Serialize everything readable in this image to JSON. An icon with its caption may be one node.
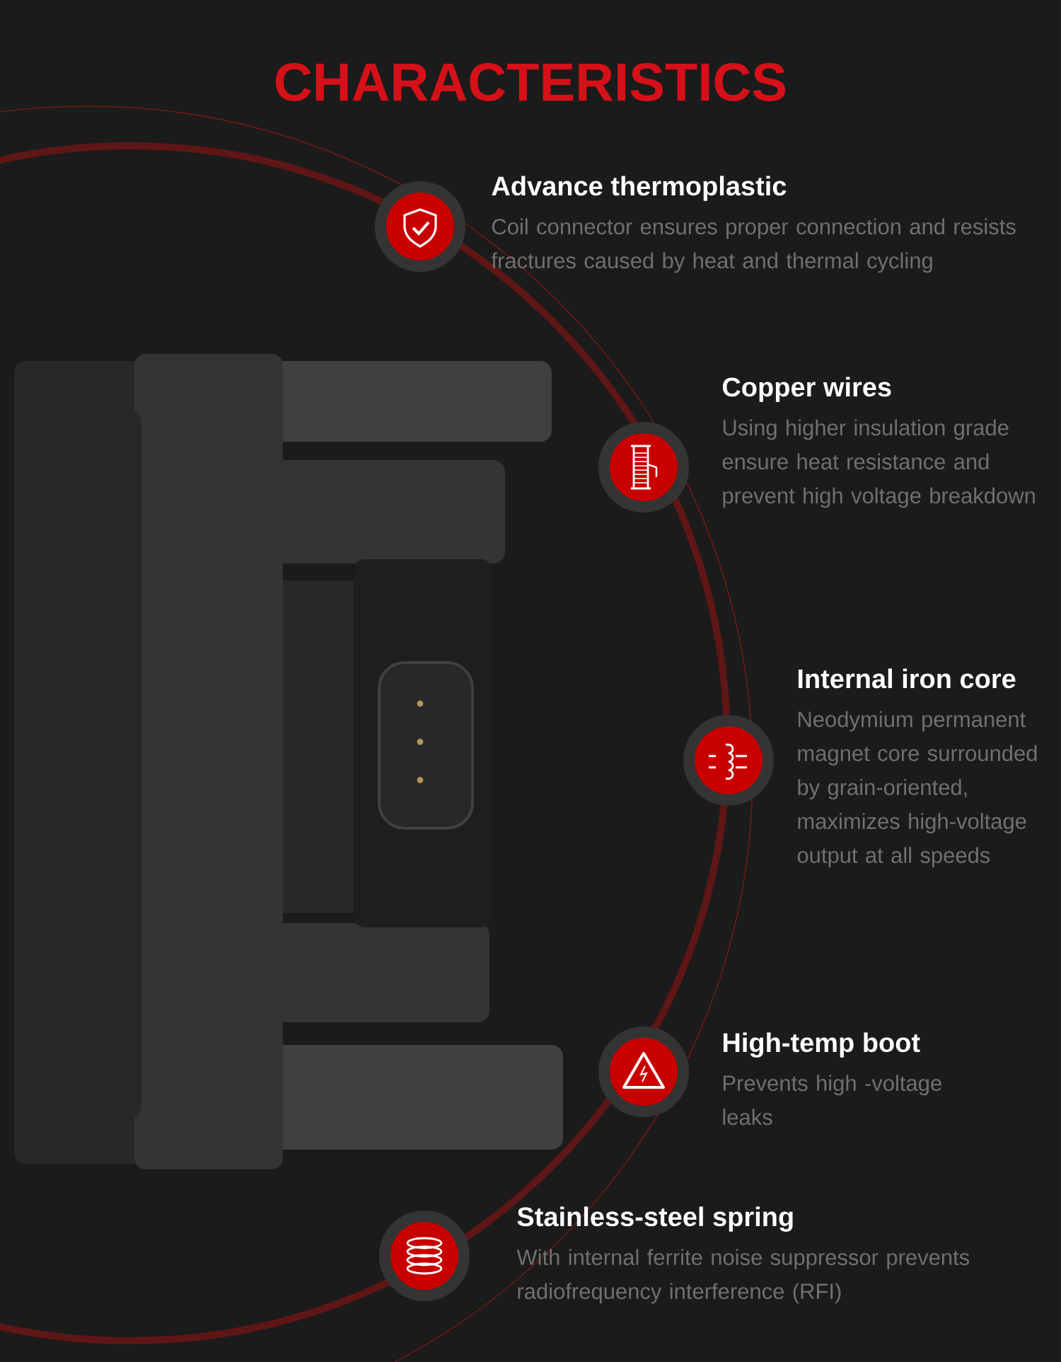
{
  "diagram": {
    "title": "CHARACTERISTICS",
    "nodes": [
      {
        "text": [
          "Advance thermoplastic",
          "Coil connector ensures proper connection and resists fractures caused by heat and thermal cycling"
        ]
      },
      {
        "text": [
          "Copper wires",
          "Using higher insulation grade ensure heat resistance and prevent high voltage breakdown"
        ]
      },
      {
        "text": [
          "Internal iron core",
          "Neodymium permanent magnet core surrounded by grain-oriented, maximizes high-voltage output at all speeds"
        ]
      },
      {
        "text": [
          "High-temp boot",
          "Prevents high -voltage leaks"
        ]
      },
      {
        "text": [
          "Stainless-steel spring",
          "With internal ferrite noise suppressor prevents radiofrequency interference (RFI)"
        ]
      }
    ]
  }
}
